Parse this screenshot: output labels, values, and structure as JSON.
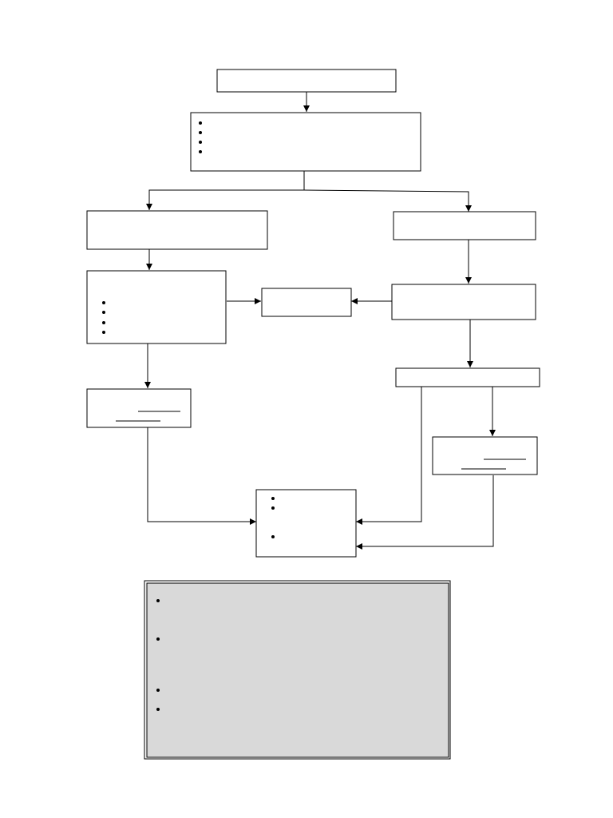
{
  "diagram": {
    "boxes": [
      {
        "name": "box-1-title",
        "bullets": 0,
        "blanks": 0
      },
      {
        "name": "box-2-bullet-list",
        "bullets": 4,
        "blanks": 0
      },
      {
        "name": "box-3-left-branch",
        "bullets": 0,
        "blanks": 0
      },
      {
        "name": "box-4-right-branch",
        "bullets": 0,
        "blanks": 0
      },
      {
        "name": "box-5-left-bullet-list",
        "bullets": 4,
        "blanks": 0
      },
      {
        "name": "box-6-center",
        "bullets": 0,
        "blanks": 0
      },
      {
        "name": "box-7-right-middle",
        "bullets": 0,
        "blanks": 0
      },
      {
        "name": "box-8-right-narrow",
        "bullets": 0,
        "blanks": 0
      },
      {
        "name": "box-9-left-fill-in",
        "bullets": 0,
        "blanks": 2
      },
      {
        "name": "box-10-right-fill-in",
        "bullets": 0,
        "blanks": 2
      },
      {
        "name": "box-11-outcome",
        "bullets": 3,
        "blanks": 0
      }
    ],
    "note_panel": {
      "bullets": 4,
      "fill_color": "#d9d9d9"
    }
  }
}
